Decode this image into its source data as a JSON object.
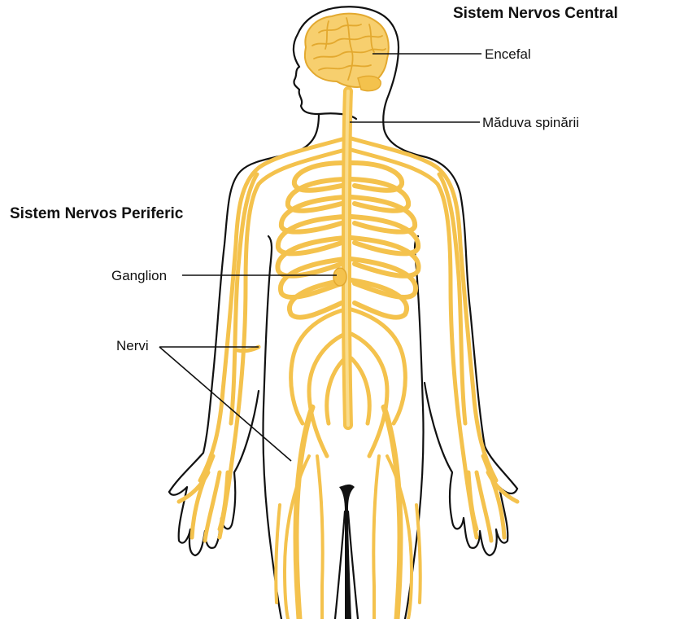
{
  "diagram": {
    "headings": {
      "central": "Sistem Nervos Central",
      "peripheral": "Sistem Nervos Periferic"
    },
    "labels": {
      "brain": "Encefal",
      "spinal_cord": "Măduva spinării",
      "ganglion": "Ganglion",
      "nerves": "Nervi"
    },
    "colors": {
      "nerve": "#f4c24d",
      "nerve_dark": "#e3a92f",
      "brain": "#f7cf6e",
      "outline": "#111111"
    }
  }
}
